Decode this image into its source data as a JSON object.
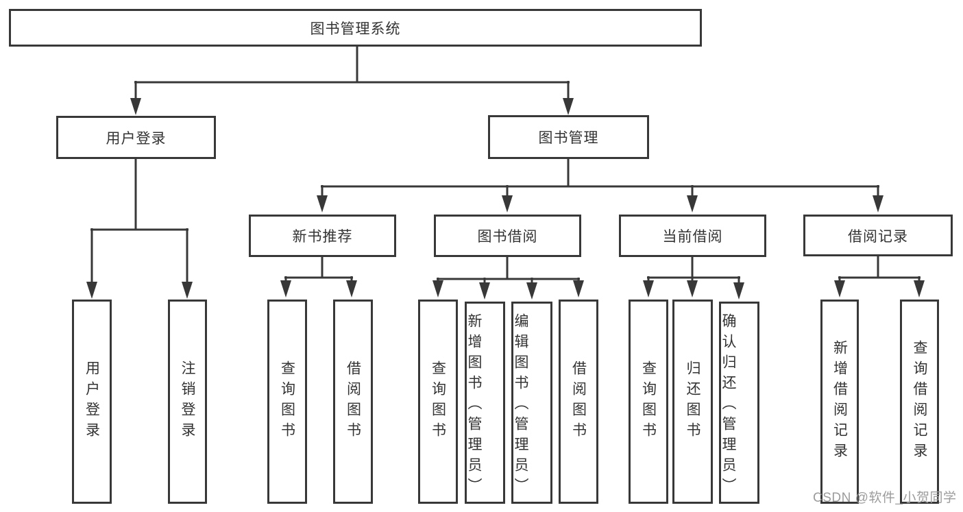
{
  "colors": {
    "line": "#383838",
    "box_border": "#383838",
    "box_fill": "#ffffff",
    "text": "#333333",
    "watermark_text": "#9c9c9c"
  },
  "diagram": {
    "title": "图书管理系统",
    "level2": {
      "user_login": {
        "label": "用户登录",
        "children": [
          "用户登录",
          "注销登录"
        ]
      },
      "book_management": {
        "label": "图书管理",
        "sections": [
          {
            "label": "新书推荐",
            "children": [
              "查询图书",
              "借阅图书"
            ]
          },
          {
            "label": "图书借阅",
            "children": [
              "查询图书",
              "新增图书（管理员）",
              "编辑图书（管理员）",
              "借阅图书"
            ]
          },
          {
            "label": "当前借阅",
            "children": [
              "查询图书",
              "归还图书",
              "确认归还（管理员）"
            ]
          },
          {
            "label": "借阅记录",
            "children": [
              "新增借阅记录",
              "查询借阅记录"
            ]
          }
        ]
      }
    },
    "watermark": "CSDN @软件_小贺同学"
  }
}
